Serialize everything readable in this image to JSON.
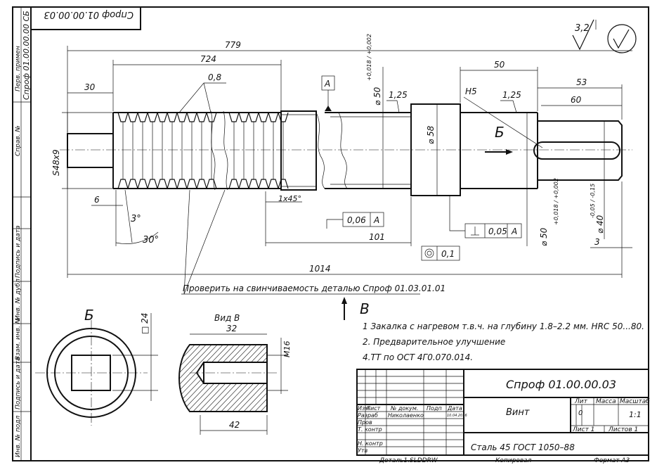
{
  "stamp": {
    "top_code": "Спроф 01.00.00.03",
    "designation": "Спроф 01.00.00.03",
    "part_name": "Винт",
    "material": "Сталь 45 ГОСТ 1050–88",
    "lit_header": "Лит",
    "mass_header": "Масса",
    "scale_header": "Масштаб",
    "lit_value": "0",
    "scale_value": "1:1",
    "sheet": "Лист 1",
    "sheets": "Листов 1",
    "col_izm": "Изм",
    "col_list": "Лист",
    "col_doc": "№ докум.",
    "col_sign": "Подп",
    "col_date": "Дата",
    "role_razrab": "Разраб",
    "role_prov": "Пров",
    "role_tkontr": "Т. контр",
    "role_nkontr": "Н. контр",
    "role_utv": "Утв",
    "developer": "Николаенко",
    "date": "10.04.2016",
    "footer_left": "Деталь1.SLDDRW",
    "footer_mid": "Копировал",
    "footer_right": "Формат А3"
  },
  "side_strip": {
    "perv_primen": "Перв. примен",
    "perv_code": "Спроф 01.00.00.00 СБ",
    "sprav_no": "Справ. №",
    "podp_data_1": "Подпись и дата",
    "inv_dubl": "Инв. № дубл",
    "vzam_inv": "Взам. инв. №",
    "podp_data_2": "Подпись и дата",
    "inv_podl": "Инв. № подл"
  },
  "roughness": {
    "value": "3,2"
  },
  "dimensions": {
    "len_779": "779",
    "len_724": "724",
    "pitch_08": "0,8",
    "len_30": "30",
    "thread": "S48x9",
    "len_6": "6",
    "angle_3": "3°",
    "angle_30": "30°",
    "chamfer": "1x45°",
    "len_1014": "1014",
    "len_101": "101",
    "len_50": "50",
    "len_53": "53",
    "len_60": "60",
    "len_3": "3",
    "dia_50a": "⌀ 50",
    "dia_50a_tol": "+0,018 / +0,002",
    "dia_50b": "⌀ 50",
    "dia_50b_tol": "+0,018 / +0,002",
    "dia_58": "⌀ 58",
    "dia_40": "⌀ 40",
    "dia_40_tol": "-0,05 / -0,15",
    "rough_125a": "1,25",
    "rough_125b": "1,25",
    "h5": "H5",
    "datum_a": "A",
    "view_b_letter": "Б",
    "view_v_letter": "В",
    "tol_runout": "0,06",
    "tol_perp": "0,05",
    "tol_coax": "0,1",
    "tol_ref": "A"
  },
  "note_check": "Проверить на свинчиваемость  деталью Спроф 01.03.01.01",
  "section_b": {
    "label": "Б",
    "square": "□ 24"
  },
  "view_v": {
    "label": "Вид В",
    "len_32": "32",
    "len_42": "42",
    "thread": "M16"
  },
  "notes": [
    "1 Закалка с нагревом т.в.ч. на глубину 1.8–2.2 мм. HRC 50...80.",
    "2. Предварительное улучшение",
    "4.ТТ по ОСТ 4Г0.070.014."
  ]
}
